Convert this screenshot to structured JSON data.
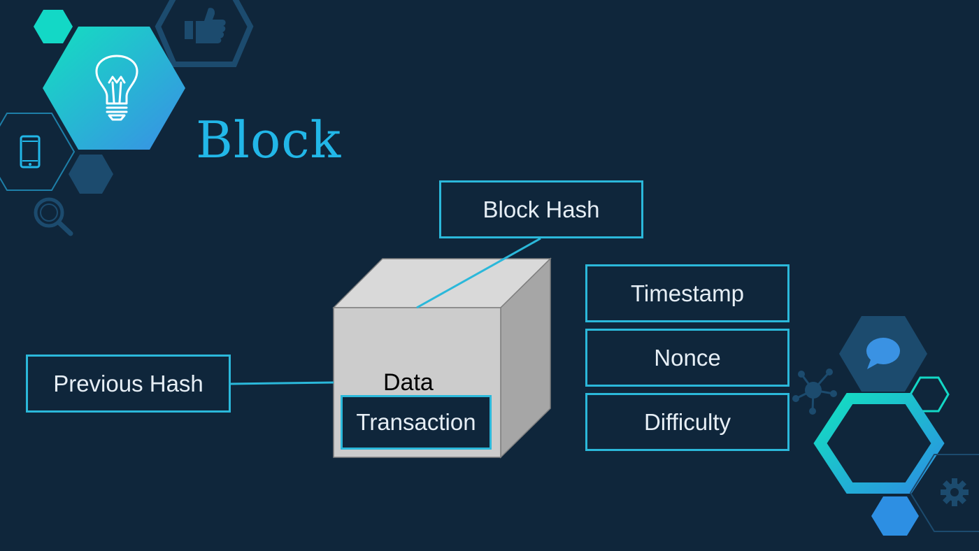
{
  "slide": {
    "title": "Block"
  },
  "diagram": {
    "block_hash": "Block Hash",
    "previous_hash": "Previous Hash",
    "timestamp": "Timestamp",
    "nonce": "Nonce",
    "difficulty": "Difficulty",
    "data_label": "Data",
    "transaction": "Transaction"
  },
  "colors": {
    "background": "#0f263b",
    "accent": "#2bb8da",
    "title": "#22b7e8",
    "hex_dark": "#1c4b6e",
    "hex_gradient_start": "#13e0c0",
    "hex_gradient_end": "#3a8ee6",
    "cube_front": "#cccccc",
    "cube_top": "#d9d9d9",
    "cube_side": "#a6a6a6"
  },
  "icons": [
    "lightbulb-icon",
    "thumbs-up-icon",
    "smartphone-icon",
    "search-icon",
    "chat-bubble-icon",
    "network-icon",
    "gear-icon"
  ]
}
